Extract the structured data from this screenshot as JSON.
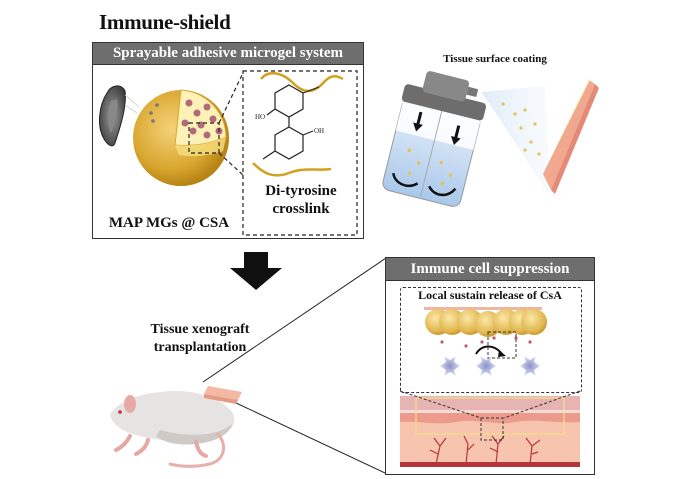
{
  "title": "Immune-shield",
  "top_panel": {
    "header": "Sprayable adhesive microgel system",
    "microgel_label": "MAP MGs @ CSA",
    "crosslink_label_line1": "Di-tyrosine",
    "crosslink_label_line2": "crosslink",
    "chem_labels": {
      "left_oh": "HO",
      "right_oh": "OH"
    }
  },
  "spray": {
    "label": "Tissue surface coating"
  },
  "arrow": {
    "icon": "down-arrow-icon"
  },
  "mouse": {
    "label_line1": "Tissue xenograft",
    "label_line2": "transplantation"
  },
  "bottom_panel": {
    "header": "Immune cell suppression",
    "inset_label": "Local sustain release of CsA"
  },
  "colors": {
    "panel_header": "#6e6e6e",
    "microgel": "#d9a730",
    "polymer_chain": "#d4a11e",
    "drug_dot": "#b06a78",
    "skin": "#f3b9a4",
    "vessel": "#b4363c",
    "immune_cell": "#b9bde6"
  }
}
